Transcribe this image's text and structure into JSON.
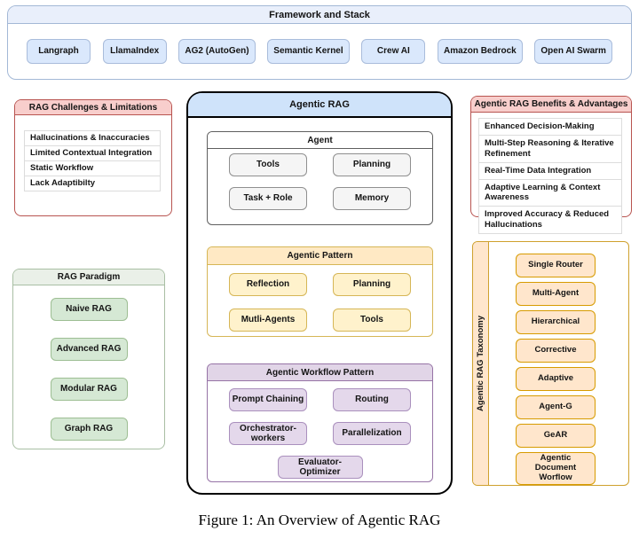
{
  "colors": {
    "blue_fill": "#dae8fc",
    "blue_header": "#e9effb",
    "center_header": "#cfe3fa",
    "red_header": "#f8cecc",
    "red_border": "#b85450",
    "green_fill": "#d5e8d4",
    "yellow_header": "#ffe9c4",
    "yellow_fill": "#fff2cc",
    "yellow_border": "#d6b656",
    "orange_fill": "#ffe6cc",
    "orange_border": "#d79b00",
    "purple_fill": "#e1d5e7",
    "purple_border": "#9673a6",
    "gray_fill": "#f5f5f5"
  },
  "framework_stack": {
    "title": "Framework and Stack",
    "items": [
      "Langraph",
      "LlamaIndex",
      "AG2 (AutoGen)",
      "Semantic Kernel",
      "Crew AI",
      "Amazon Bedrock",
      "Open AI Swarm"
    ]
  },
  "rag_challenges": {
    "title": "RAG Challenges & Limitations",
    "items": [
      "Hallucinations & Inaccuracies",
      "Limited Contextual Integration",
      "Static Workflow",
      "Lack Adaptibilty"
    ]
  },
  "rag_paradigm": {
    "title": "RAG Paradigm",
    "items": [
      "Naive RAG",
      "Advanced RAG",
      "Modular RAG",
      "Graph RAG"
    ]
  },
  "agentic_rag": {
    "title": "Agentic RAG",
    "agent": {
      "title": "Agent",
      "items": [
        "Tools",
        "Planning",
        "Task + Role",
        "Memory"
      ]
    },
    "agentic_pattern": {
      "title": "Agentic Pattern",
      "items": [
        "Reflection",
        "Planning",
        "Mutli-Agents",
        "Tools"
      ]
    },
    "agentic_workflow_pattern": {
      "title": "Agentic Workflow Pattern",
      "items": [
        "Prompt Chaining",
        "Routing",
        "Orchestrator-workers",
        "Parallelization",
        "Evaluator-Optimizer"
      ]
    }
  },
  "benefits": {
    "title": "Agentic RAG Benefits & Advantages",
    "items": [
      "Enhanced Decision-Making",
      "Multi-Step Reasoning & Iterative Refinement",
      "Real-Time Data Integration",
      "Adaptive Learning & Context Awareness",
      "Improved Accuracy & Reduced Hallucinations"
    ]
  },
  "taxonomy": {
    "title": "Agentic RAG Taxonomy",
    "items": [
      "Single Router",
      "Multi-Agent",
      "Hierarchical",
      "Corrective",
      "Adaptive",
      "Agent-G",
      "GeAR",
      "Agentic Document Worflow"
    ]
  },
  "caption": "Figure 1: An Overview of Agentic RAG"
}
